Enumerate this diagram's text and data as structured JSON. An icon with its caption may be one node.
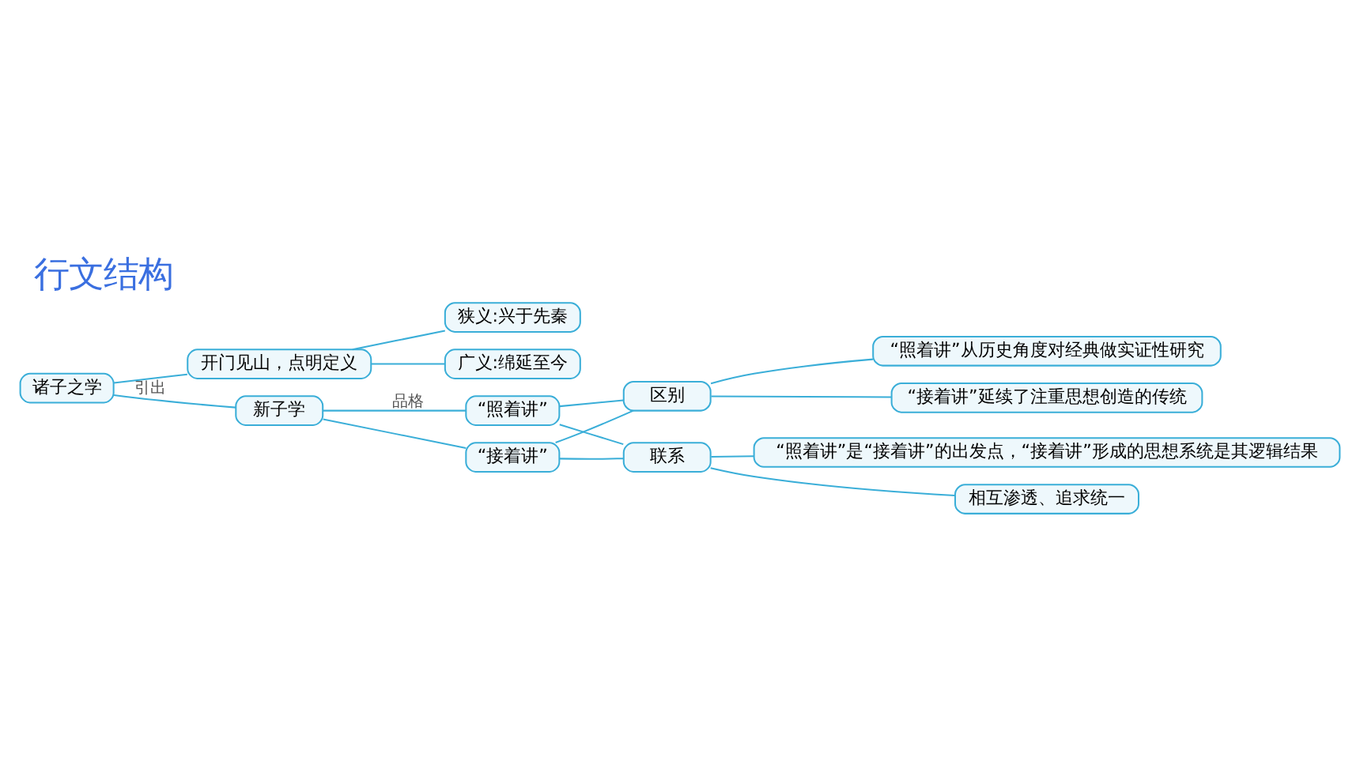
{
  "diagram": {
    "title": "行文结构",
    "nodes": [
      {
        "text": [
          "诸子之学"
        ]
      },
      {
        "text": [
          "开门见山，点明定义"
        ]
      },
      {
        "text": [
          "狭义:兴于先秦"
        ]
      },
      {
        "text": [
          "广义:绵延至今"
        ]
      },
      {
        "text": [
          "新子学"
        ]
      },
      {
        "text": [
          "“照着讲”"
        ]
      },
      {
        "text": [
          "“接着讲”"
        ]
      },
      {
        "text": [
          "区别"
        ]
      },
      {
        "text": [
          "联系"
        ]
      },
      {
        "text": [
          "“照着讲”从历史角度对经典做实证性研究"
        ]
      },
      {
        "text": [
          "“接着讲”延续了注重思想创造的传统"
        ]
      },
      {
        "text": [
          "“照着讲”是“接着讲”的出发点，“接着讲”形成的思想系统是其逻辑结果"
        ]
      },
      {
        "text": [
          "相互渗透、追求统一"
        ]
      }
    ],
    "edges": [
      {
        "from": 0,
        "to": 1,
        "arrow": "none"
      },
      {
        "from": 1,
        "to": 2,
        "arrow": "none"
      },
      {
        "from": 1,
        "to": 3,
        "arrow": "none"
      },
      {
        "from": 0,
        "to": 4,
        "arrow": "none",
        "label": "引出"
      },
      {
        "from": 4,
        "to": 5,
        "arrow": "none",
        "label": "品格"
      },
      {
        "from": 4,
        "to": 6,
        "arrow": "none"
      },
      {
        "from": 5,
        "to": 7,
        "arrow": "none"
      },
      {
        "from": 5,
        "to": 8,
        "arrow": "none"
      },
      {
        "from": 6,
        "to": 7,
        "arrow": "none"
      },
      {
        "from": 6,
        "to": 8,
        "arrow": "none"
      },
      {
        "from": 7,
        "to": 9,
        "arrow": "none"
      },
      {
        "from": 7,
        "to": 10,
        "arrow": "none"
      },
      {
        "from": 8,
        "to": 11,
        "arrow": "none"
      },
      {
        "from": 8,
        "to": 12,
        "arrow": "none"
      }
    ]
  }
}
